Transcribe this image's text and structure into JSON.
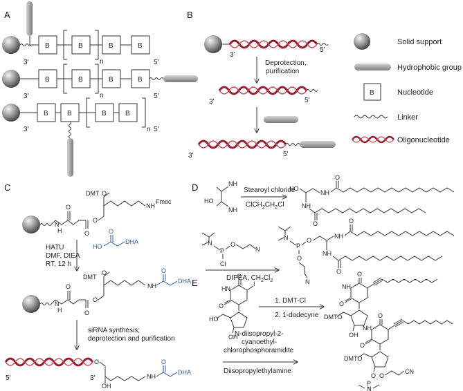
{
  "panels": {
    "a": "A",
    "b": "B",
    "c": "C",
    "d": "D",
    "e": "E"
  },
  "nucleotide_symbol": "B",
  "repeat_subscript": "n",
  "ends": {
    "three": "3'",
    "five": "5'"
  },
  "legend": {
    "solid_support": "Solid support",
    "hydrophobic_group": "Hydrophobic group",
    "nucleotide": "Nucleotide",
    "linker": "Linker",
    "oligonucleotide": "Oligonucleotide"
  },
  "panel_b": {
    "step_line1": "Deprotection,",
    "step_line2": "purification"
  },
  "panel_c": {
    "dmt": "DMT",
    "fmoc": "Fmoc",
    "nh": "NH",
    "h": "H",
    "n": "N",
    "o": "O",
    "oh": "OH",
    "ho": "HO",
    "dha": "DHA",
    "reagents": [
      "HATU",
      "DMF, DIEA",
      "RT, 12 h"
    ],
    "step2_line1": "siRNA synthesis;",
    "step2_line2": "deprotection and purification"
  },
  "panel_d": {
    "reagent1": "Stearoyl chloride",
    "solvent1": "ClCH",
    "solvent1_sub1": "2",
    "solvent1_mid": "CH",
    "solvent1_sub2": "2",
    "solvent1_end": "Cl",
    "nh2": "NH",
    "nh2_sub": "2",
    "ho": "HO",
    "nh": "NH",
    "o": "O",
    "n": "N",
    "p": "P",
    "cl": "Cl",
    "reagent2": "DIPEA, CH",
    "reagent2_sub1": "2",
    "reagent2_mid": "Cl",
    "reagent2_sub2": "2"
  },
  "panel_e": {
    "step1": "1. DMT-Cl",
    "step2": "2. 1-dodecyne",
    "reagent_line1": "N-diisopropyl-2-",
    "reagent_line2": "cyanoethyl-",
    "reagent_line3": "chlorophosphoramidite",
    "base": "Diisopropylethylamine",
    "i": "I",
    "dmto": "DMTO",
    "cn": "CN",
    "p": "P",
    "n": "N",
    "o": "O",
    "oh": "OH",
    "ho": "HO",
    "nh": "NH",
    "hn": "HN"
  }
}
